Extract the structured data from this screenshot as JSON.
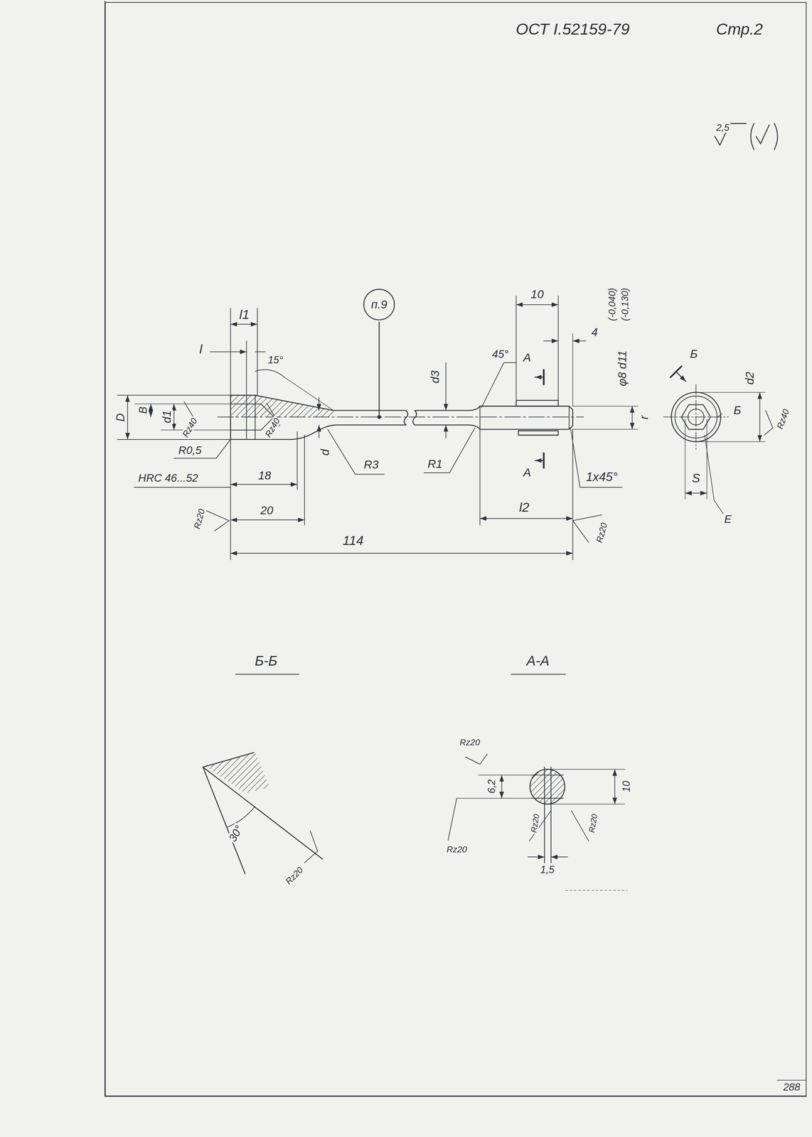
{
  "diagram": {
    "nodes": [
      {
        "text": [
          "п.9"
        ]
      }
    ],
    "labels": [
      "ОСТ I.52159-79",
      "Стр.2",
      "2,5",
      "l1",
      "l",
      "15°",
      "D",
      "B",
      "d1",
      "Rz40",
      "Rz40",
      "R0,5",
      "HRC 46...52",
      "18",
      "20",
      "114",
      "d",
      "R3",
      "R1",
      "d3",
      "45°",
      "А",
      "А",
      "10",
      "4",
      "φ8 d11",
      "(-0,040)",
      "(-0,130)",
      "1x45°",
      "l2",
      "Rz20",
      "Rz20",
      "r",
      "Б",
      "Б",
      "d2",
      "Rz40",
      "S",
      "E",
      "Б-Б",
      "А-А",
      "30°",
      "Rz20",
      "Rz20",
      "6,2",
      "Rz20",
      "10",
      "1,5",
      "Rz20",
      "Rz20",
      "288"
    ]
  }
}
